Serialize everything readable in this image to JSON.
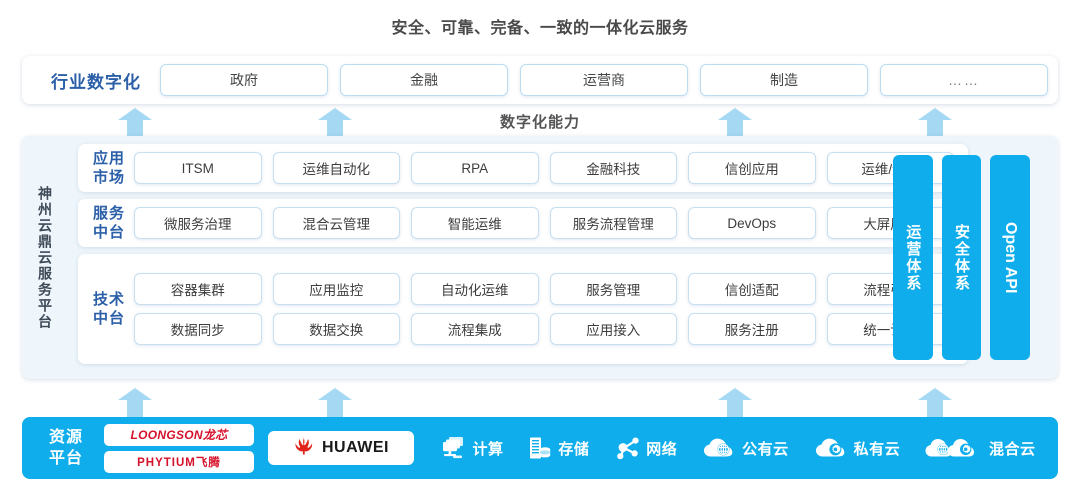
{
  "title": "安全、可靠、完备、一致的一体化云服务",
  "capability_label": "数字化能力",
  "industry": {
    "label": "行业数字化",
    "items": [
      "政府",
      "金融",
      "运营商",
      "制造",
      "……"
    ]
  },
  "platform": {
    "vertical_label": "神州云鼎云服务平台",
    "tiers": [
      {
        "label_line1": "应用",
        "label_line2": "市场",
        "rows": [
          [
            "ITSM",
            "运维自动化",
            "RPA",
            "金融科技",
            "信创应用",
            "运维/运营"
          ]
        ]
      },
      {
        "label_line1": "服务",
        "label_line2": "中台",
        "rows": [
          [
            "微服务治理",
            "混合云管理",
            "智能运维",
            "服务流程管理",
            "DevOps",
            "大屏展示"
          ]
        ]
      },
      {
        "label_line1": "技术",
        "label_line2": "中台",
        "rows": [
          [
            "容器集群",
            "应用监控",
            "自动化运维",
            "服务管理",
            "信创适配",
            "流程引擎"
          ],
          [
            "数据同步",
            "数据交换",
            "流程集成",
            "应用接入",
            "服务注册",
            "统一认证"
          ]
        ]
      }
    ],
    "side_bars": [
      {
        "text": "运营体系",
        "latin": false
      },
      {
        "text": "安全体系",
        "latin": false
      },
      {
        "text": "Open API",
        "latin": true
      }
    ]
  },
  "resource": {
    "label_line1": "资源",
    "label_line2": "平台",
    "logos": [
      {
        "name": "loongson-logo",
        "text": "LOONGSON龙芯"
      },
      {
        "name": "phytium-logo",
        "text": "PHYTIUM飞腾"
      }
    ],
    "huawei": {
      "name": "huawei-logo",
      "text": "HUAWEI"
    },
    "items": [
      {
        "icon": "compute-icon",
        "label": "计算"
      },
      {
        "icon": "storage-icon",
        "label": "存储"
      },
      {
        "icon": "network-icon",
        "label": "网络"
      },
      {
        "icon": "public-cloud-icon",
        "label": "公有云"
      },
      {
        "icon": "private-cloud-icon",
        "label": "私有云"
      },
      {
        "icon": "hybrid-cloud-icon",
        "label": "混合云"
      }
    ]
  },
  "colors": {
    "brand_blue": "#0FADEB",
    "arrow_blue": "#A5D8F2",
    "label_blue": "#2B5FA8",
    "panel_bg": "#EEF6FB",
    "logo_red": "#D6112A"
  },
  "arrows": {
    "top_row_x": [
      118,
      318,
      718,
      918
    ],
    "bottom_row_x": [
      118,
      318,
      718,
      918
    ]
  }
}
